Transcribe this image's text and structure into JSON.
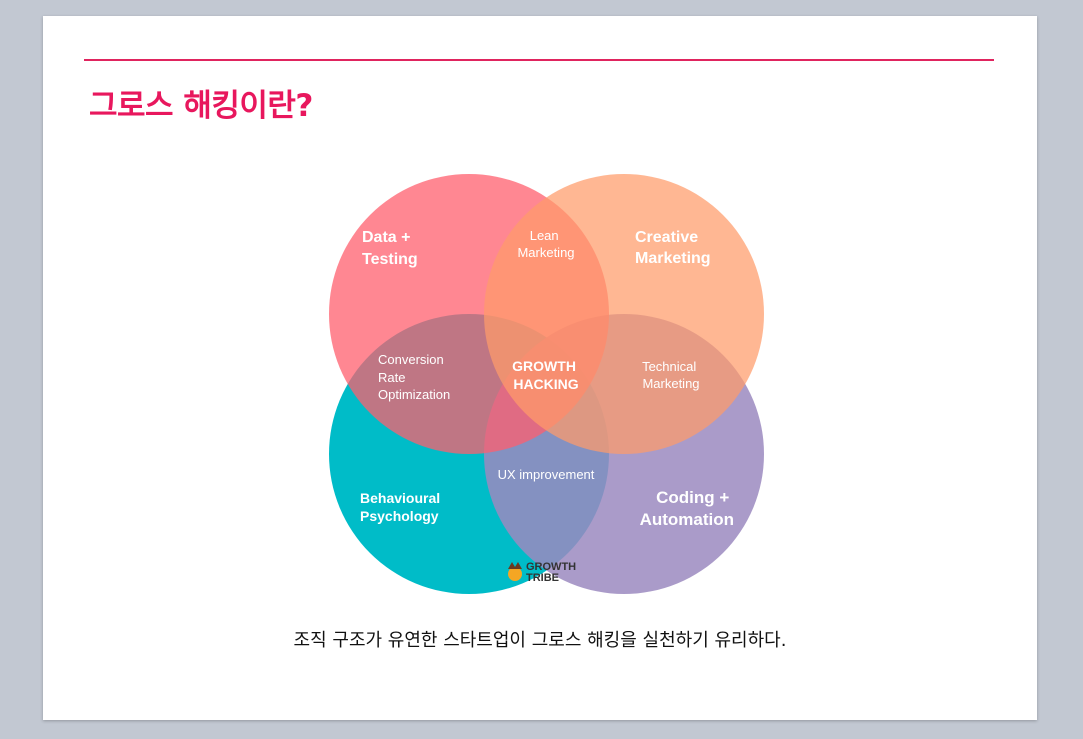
{
  "title": "그로스 해킹이란?",
  "caption": "조직 구조가 유연한 스타트업이 그로스 해킹을 실천하기 유리하다.",
  "colors": {
    "accent": "#e8175d",
    "data_testing": "#ff5f6d",
    "creative_marketing": "#ff9b6a",
    "behavioural_psychology": "#00bcc8",
    "coding_automation": "#9b89c0"
  },
  "diagram": {
    "circles": {
      "data_testing": [
        "Data +",
        "Testing"
      ],
      "creative_marketing": [
        "Creative",
        "Marketing"
      ],
      "behavioural_psychology": [
        "Behavioural",
        "Psychology"
      ],
      "coding_automation": [
        "Coding +",
        "Automation"
      ]
    },
    "overlaps": {
      "lean_marketing": [
        "Lean",
        "Marketing"
      ],
      "cro": [
        "Conversion",
        "Rate",
        "Optimization"
      ],
      "technical_marketing": [
        "Technical",
        "Marketing"
      ],
      "ux_improvement": "UX improvement",
      "center": [
        "GROWTH",
        "HACKING"
      ]
    },
    "logo": [
      "GROWTH",
      "TRIBE"
    ]
  }
}
